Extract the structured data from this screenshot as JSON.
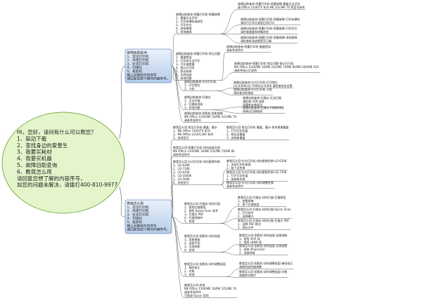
{
  "colors": {
    "root_fill": "#e4f5cb",
    "root_stroke": "#7fae4c",
    "box_fill_top": "#eaf1fa",
    "box_fill_bottom": "#b6cde9",
    "box_stroke": "#6f8fbe",
    "connector": "#5a5a5a"
  },
  "root": {
    "lines": [
      "Hi，您好，请问有什么可以帮您？",
      "1、驱动下载",
      "2、查找身边的爱普生",
      "3、我要买耗材",
      "4、我要买机器",
      "5、故障自助查询",
      "6、教我怎么用",
      "请回复您想了解的内容序号，",
      "如您的问题未解决，请拨打400-810-9977"
    ]
  },
  "branches": [
    {
      "lines": [
        "故障自助查询",
        "1、常见打印机",
        "2、喷墨打印机",
        "3、针式打印机",
        "4、扫描仪",
        "5、投影机",
        "输入问题前方的序号",
        "或回复您想了解的内容序号。"
      ],
      "children": [
        {
          "lines": [
            "故障自助查询-喷墨打印机-喷墨故障",
            "1、墨盒无法识别",
            "2、打印有横纹或缺色",
            "3、打印空白",
            "4、进纸故障",
            "5、其他故障"
          ],
          "children": [
            {
              "lines": [
                "故障自助查询-喷墨打印机-喷墨故障-墨盒无法识别",
                "请 Office 1100/TX 系列 ME 101/ME 70 等型号参考"
              ]
            },
            {
              "lines": [
                "故障自助查询-喷墨打印机-喷墨故障-打印有横纹",
                "请执行打印头清洗后再打印"
              ]
            },
            {
              "lines": [
                "故障自助查询-喷墨打印机-喷墨故障-打印空白",
                "请检查墨盒和喷嘴状态"
              ]
            },
            {
              "lines": [
                "故障自助查询-喷墨打印机-喷墨故障-进纸故障",
                "请检查纸张放置是否正确"
              ]
            }
          ]
        },
        {
          "lines": [
            "故障自助查询-喷墨打印机-常见问题",
            "1、墨盒错误",
            "2、打印机无法打印",
            "3、打印速度慢",
            "4、指示灯闪烁",
            "5、驱动安装",
            "6、无线连接",
            "7、其他问题"
          ],
          "children": [
            {
              "lines": [
                "故障自助查询-喷墨打印机-墨盒错误",
                "请参考说明书"
              ]
            },
            {
              "lines": [
                "故障自助查询-喷墨打印机-常见问题-指示灯闪烁",
                "ME Office 1100/ME 10/ME 101/ME 70/ME 80/ME 200/ME 520",
                "请参考指示灯说明"
              ]
            }
          ]
        },
        {
          "lines": [
            "故障自助查询-针式打印机",
            "1、打印错位",
            "2、卡纸"
          ],
          "children": [
            {
              "lines": [
                "故障自助查询-针式打印机-打印错位",
                "LQ-630K/LQ-730K/LQ-635K 请检查纸张设置"
              ]
            },
            {
              "lines": [
                "故障自助查询-针式打印机-卡纸",
                "请检查进纸通道"
              ]
            }
          ]
        },
        {
          "lines": [
            "故障自助查询-扫描仪",
            "1、无法扫描",
            "2、扫描有线条",
            "3、其他问题"
          ],
          "children": [
            {
              "lines": [
                "故障自助查询-扫描仪-无法扫描",
                "请检查 USB 连接",
                "请重新安装驱动"
              ]
            },
            {
              "lines": [
                "故障自助查询-扫描仪-扫描有线条",
                "请清洁扫描玻璃"
              ]
            }
          ]
        },
        {
          "lines": [
            "故障自助查询-投影机-投影故障",
            "ME Office 1100/ME 10/ME 101/ME 70",
            "请参考说明书"
          ],
          "children": []
        }
      ]
    },
    {
      "lines": [
        "教我怎么用",
        "1、常见打印机",
        "2、喷墨打印机",
        "3、针式打印机",
        "4、扫描仪",
        "5、投影机",
        "输入问题前方的序号",
        "或回复您想了解的内容序号。"
      ],
      "children": [
        {
          "lines": [
            "教我怎么用-常见打印机-墨盒、墨水",
            "1、ME Office 1100/TX 系列",
            "2、ME Office L210/L360 系列",
            "3、其他型号"
          ],
          "children": [
            {
              "lines": [
                "教我怎么用-常见打印机-墨盒、墨水-如何更换墨盒",
                "1、打开打印机盖",
                "2、取出旧墨盒",
                "3、安装新墨盒"
              ]
            }
          ]
        },
        {
          "lines": [
            "教我怎么用-喷墨打印机-如何连接无线",
            "ME Office 1100/ME 10/ME 101/ME 70/ME 80",
            "请参考说明书"
          ],
          "children": []
        },
        {
          "lines": [
            "教我怎么用-针式打印机-如何更换色带",
            "1、LQ-630K",
            "2、LQ-730K",
            "3、LQ-635K",
            "4、LQ-1600K",
            "5、LQ-590K",
            "6、其他型号"
          ],
          "children": [
            {
              "lines": [
                "教我怎么用-针式打印机-如何更换色带-LQ-630K",
                "1、关闭打印机电源",
                "2、取下旧色带"
              ]
            },
            {
              "lines": [
                "教我怎么用-针式打印机-如何更换色带-LQ-730K",
                "1、打开打印机盖",
                "2、安装新色带"
              ]
            },
            {
              "lines": [
                "教我怎么用-针式打印机-如何调整纸厚",
                "请参考说明书"
              ]
            }
          ]
        },
        {
          "lines": [
            "教我怎么用-扫描仪-如何扫描",
            "1、使用扫描按钮",
            "2、使用 Epson Scan 软件",
            "3、扫描为 PDF",
            "4、扫描到邮件",
            "5、其他"
          ],
          "children": [
            {
              "lines": [
                "教我怎么用-扫描仪-如何扫描-扫描按钮",
                "1、放置原稿",
                "2、按下扫描按钮"
              ]
            },
            {
              "lines": [
                "教我怎么用-扫描仪-如何扫描-Epson Scan",
                "1、打开软件",
                "2、选择模式"
              ]
            },
            {
              "lines": [
                "教我怎么用-扫描仪-如何扫描-扫描为 PDF",
                "1、选择 PDF 格式",
                "2、保存文件"
              ]
            }
          ]
        },
        {
          "lines": [
            "教我怎么用-投影机-如何连接",
            "1、连接电脑",
            "2、连接手机",
            "3、无线投影",
            "4、其他"
          ],
          "children": [
            {
              "lines": [
                "教我怎么用-投影机-如何连接-连接电脑",
                "1、使用 VGA 线",
                "2、使用 HDMI 线"
              ]
            },
            {
              "lines": [
                "教我怎么用-投影机-如何连接-无线投影",
                "1、安装 iProjection",
                "2、连接网络"
              ]
            }
          ]
        },
        {
          "lines": [
            "教我怎么用-投影机-如何调整画面",
            "1、梯形校正",
            "2、对焦",
            "3、其他"
          ],
          "children": [
            {
              "lines": [
                "教我怎么用-投影机-如何调整画面-梯形校正",
                "请使用遥控器调整"
              ]
            },
            {
              "lines": [
                "教我怎么用-投影机-如何调整画面-对焦",
                "请旋转对焦环"
              ]
            }
          ]
        },
        {
          "lines": [
            "教我怎么用-其他",
            "ME Office 1100/ME 10/ME 101/ME 70",
            "请参考说明书",
            "可登录 Epson 官网"
          ],
          "children": []
        }
      ]
    }
  ]
}
